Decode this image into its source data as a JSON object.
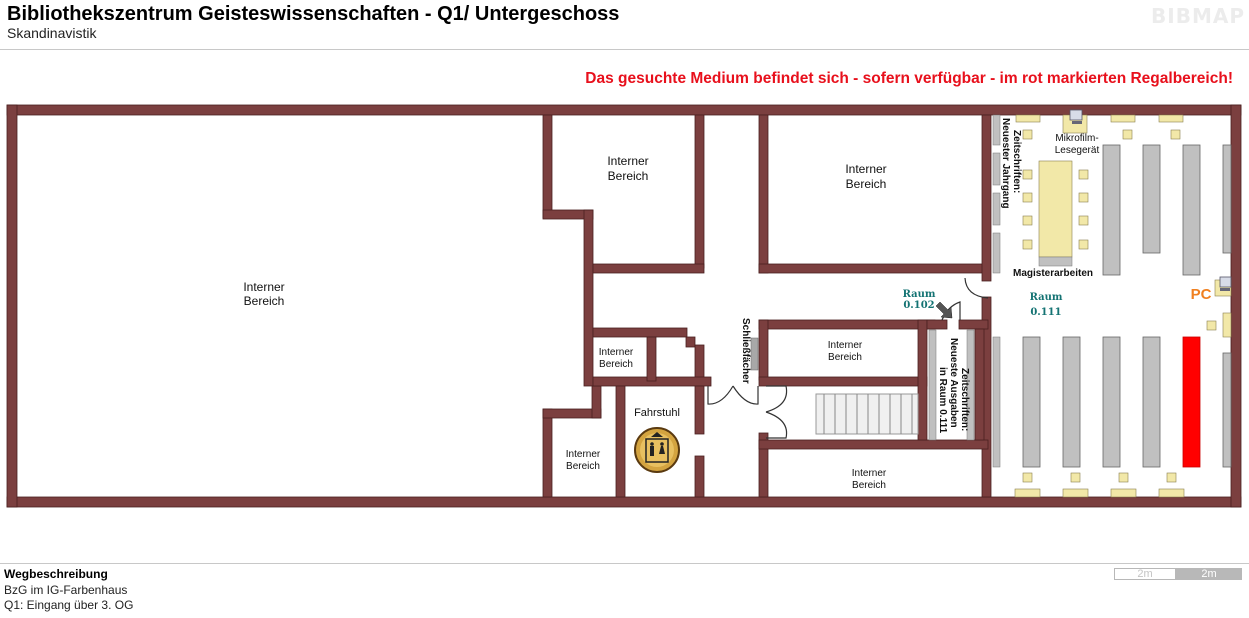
{
  "header": {
    "title": "Bibliothekszentrum Geisteswissenschaften - Q1/ Untergeschoss",
    "subtitle": "Skandinavistik",
    "logo": "BIBMAP"
  },
  "notice": "Das gesuchte Medium befindet sich - sofern verfügbar -  im rot markierten Regalbereich!",
  "colors": {
    "wall": "#7b3f3f",
    "wall_outline": "#4a2020",
    "shelf": "#c0c0c0",
    "shelf_highlight": "#ff0000",
    "table": "#f2e8a8",
    "room_label": "#147373",
    "pc_label": "#f08020",
    "notice": "#e8101c"
  },
  "plan": {
    "rooms": {
      "big_left": {
        "line1": "Interner",
        "line2": "Bereich"
      },
      "top_mid": {
        "line1": "Interner",
        "line2": "Bereich"
      },
      "top_right": {
        "line1": "Interner",
        "line2": "Bereich"
      },
      "small_mid": {
        "line1": "Interner",
        "line2": "Bereich"
      },
      "bottom_small": {
        "line1": "Interner",
        "line2": "Bereich"
      },
      "stair_top": {
        "line1": "Interner",
        "line2": "Bereich"
      },
      "bottom_wide": {
        "line1": "Interner",
        "line2": "Bereich"
      }
    },
    "elevator_label": "Fahrstuhl",
    "lockers_label": "Schließfächer",
    "room_0102": {
      "line1": "Raum",
      "line2": "0.102"
    },
    "room_0111": {
      "line1": "Raum",
      "line2": "0.111"
    },
    "journals_latest_year": {
      "line1": "Zeitschriften:",
      "line2": "Neuester Jahrgang"
    },
    "journals_newest": {
      "line1": "Zeitschriften:",
      "line2": "Neueste Ausgaben",
      "line3": "in Raum 0.111"
    },
    "microfilm": {
      "line1": "Mikrofilm-",
      "line2": "Lesegerät"
    },
    "magister": "Magisterarbeiten",
    "pc": "PC"
  },
  "footer": {
    "directions_title": "Wegbeschreibung",
    "line1": "BzG im IG-Farbenhaus",
    "line2": "Q1: Eingang über 3. OG"
  },
  "scale": {
    "left": "2m",
    "right": "2m"
  }
}
